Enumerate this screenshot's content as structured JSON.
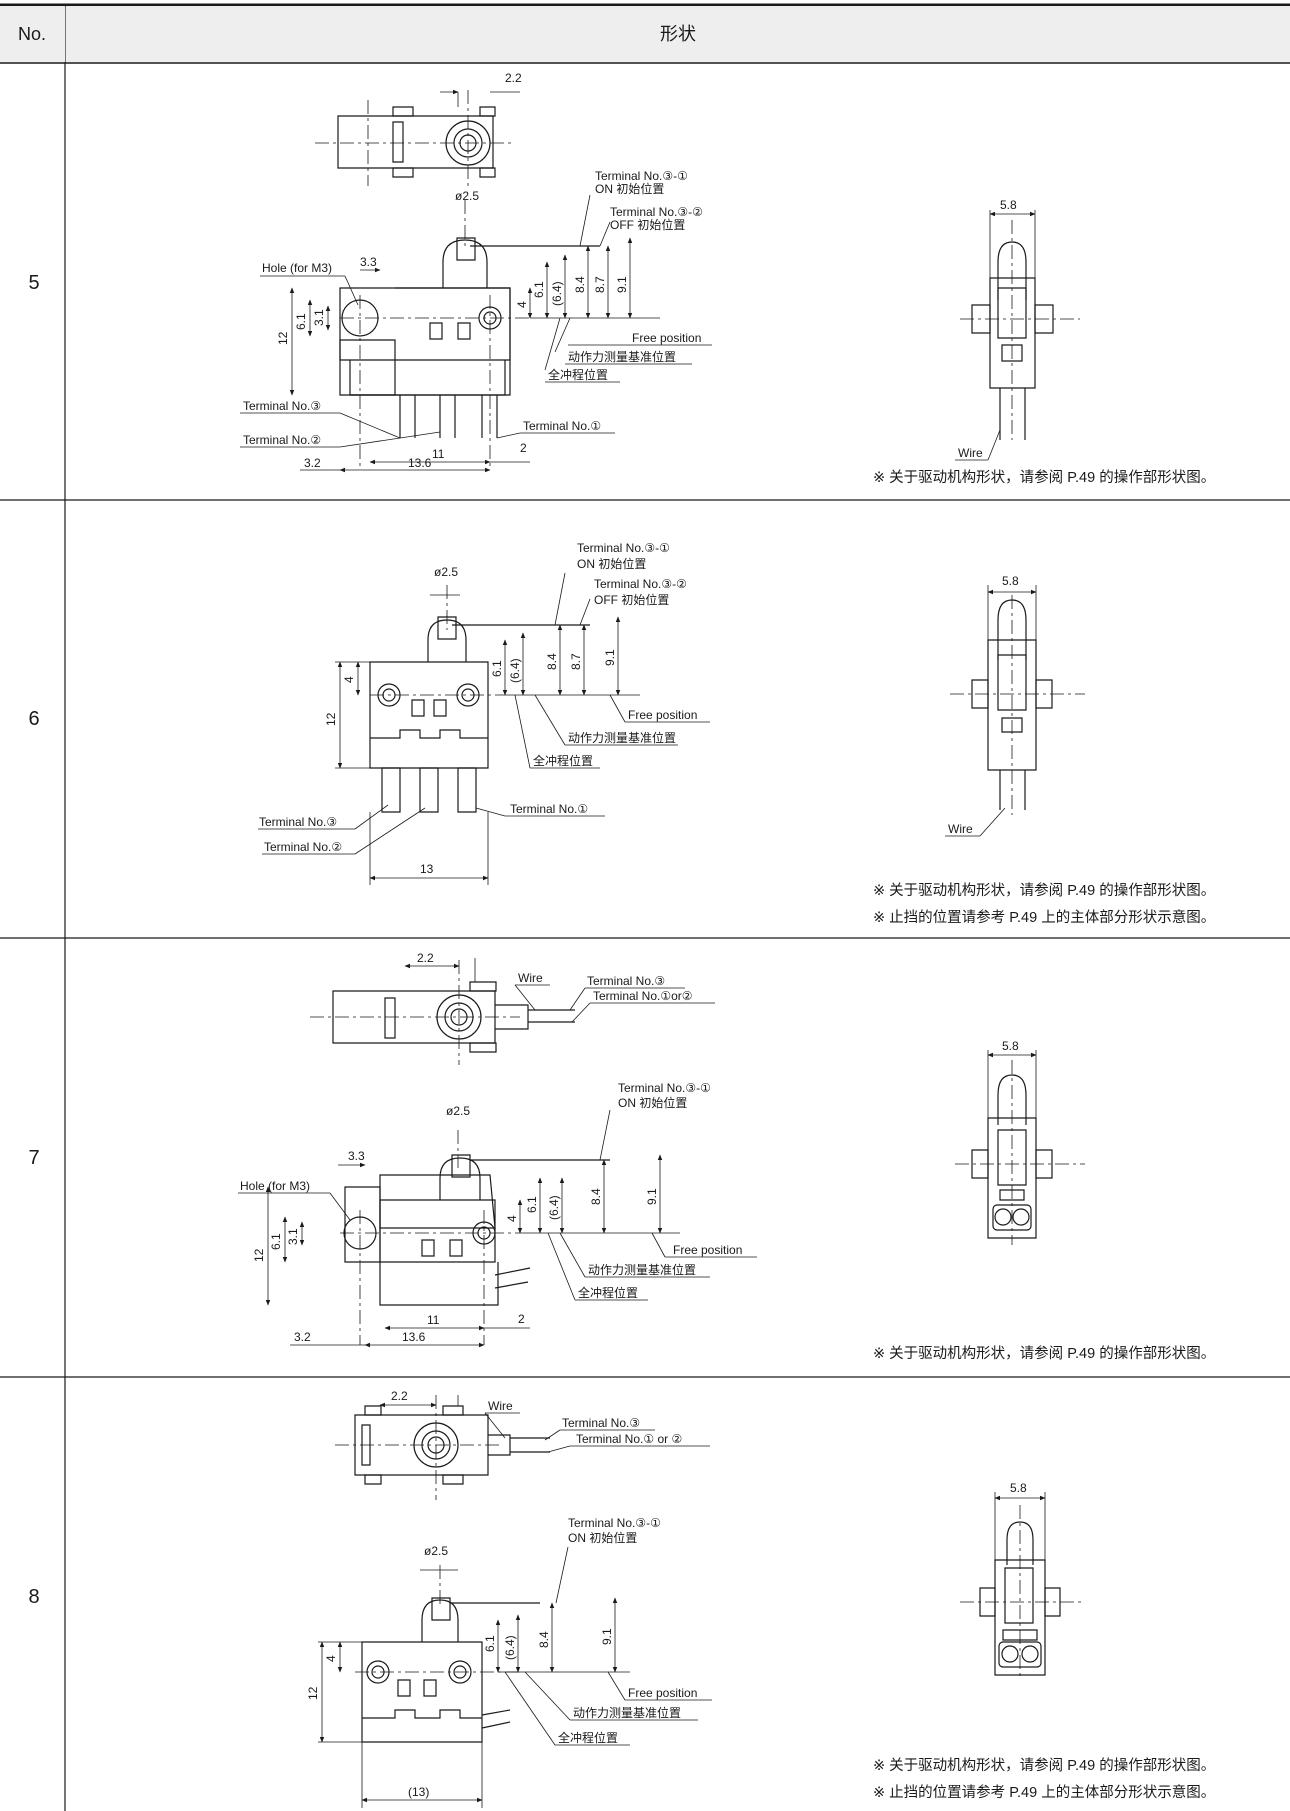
{
  "header": {
    "no_label": "No.",
    "shape_label": "形状"
  },
  "rows": [
    {
      "no": "5",
      "top_dims": {
        "offset": "2.2"
      },
      "front_dims": {
        "pin_dia": "ø2.5",
        "hole": "Hole (for M3)",
        "hole_offset": "3.3",
        "height": "12",
        "hole_h1": "6.1",
        "hole_h2": "3.1",
        "h4": "4",
        "h61": "6.1",
        "h64": "(6.4)",
        "h84": "8.4",
        "h87": "8.7",
        "h91": "9.1",
        "w11": "11",
        "w136": "13.6",
        "w32": "3.2",
        "w2": "2"
      },
      "callouts": {
        "on_pos_terminal": "Terminal No.③-①",
        "on_pos": "ON 初始位置",
        "off_pos_terminal": "Terminal No.③-②",
        "off_pos": "OFF 初始位置",
        "free": "Free position",
        "force_ref": "动作力测量基准位置",
        "total_travel": "全冲程位置",
        "term3": "Terminal No.③",
        "term2": "Terminal No.②",
        "term1": "Terminal No.①"
      },
      "side": {
        "width": "5.8",
        "wire": "Wire"
      },
      "notes": [
        "※ 关于驱动机构形状，请参阅 P.49 的操作部形状图。"
      ]
    },
    {
      "no": "6",
      "front_dims": {
        "pin_dia": "ø2.5",
        "height": "12",
        "h4": "4",
        "h61": "6.1",
        "h64": "(6.4)",
        "h84": "8.4",
        "h87": "8.7",
        "h91": "9.1",
        "w13": "13"
      },
      "callouts": {
        "on_pos_terminal": "Terminal No.③-①",
        "on_pos": "ON 初始位置",
        "off_pos_terminal": "Terminal No.③-②",
        "off_pos": "OFF 初始位置",
        "free": "Free position",
        "force_ref": "动作力测量基准位置",
        "total_travel": "全冲程位置",
        "term3": "Terminal No.③",
        "term2": "Terminal No.②",
        "term1": "Terminal No.①"
      },
      "side": {
        "width": "5.8",
        "wire": "Wire"
      },
      "notes": [
        "※ 关于驱动机构形状，请参阅 P.49 的操作部形状图。",
        "※ 止挡的位置请参考 P.49 上的主体部分形状示意图。"
      ]
    },
    {
      "no": "7",
      "top_dims": {
        "offset": "2.2",
        "wire": "Wire",
        "term3": "Terminal No.③",
        "term12": "Terminal No.①or②"
      },
      "front_dims": {
        "pin_dia": "ø2.5",
        "hole": "Hole (for M3)",
        "hole_offset": "3.3",
        "height": "12",
        "hole_h1": "6.1",
        "hole_h2": "3.1",
        "h4": "4",
        "h61": "6.1",
        "h64": "(6.4)",
        "h84": "8.4",
        "h91": "9.1",
        "w11": "11",
        "w136": "13.6",
        "w32": "3.2",
        "w2": "2"
      },
      "callouts": {
        "on_pos_terminal": "Terminal No.③-①",
        "on_pos": "ON 初始位置",
        "free": "Free position",
        "force_ref": "动作力测量基准位置",
        "total_travel": "全冲程位置"
      },
      "side": {
        "width": "5.8"
      },
      "notes": [
        "※ 关于驱动机构形状，请参阅 P.49 的操作部形状图。"
      ]
    },
    {
      "no": "8",
      "top_dims": {
        "offset": "2.2",
        "wire": "Wire",
        "term3": "Terminal No.③",
        "term12": "Terminal No.① or ②"
      },
      "front_dims": {
        "pin_dia": "ø2.5",
        "height": "12",
        "h4": "4",
        "h61": "6.1",
        "h64": "(6.4)",
        "h84": "8.4",
        "h91": "9.1",
        "w13": "(13)"
      },
      "callouts": {
        "on_pos_terminal": "Terminal No.③-①",
        "on_pos": "ON 初始位置",
        "free": "Free position",
        "force_ref": "动作力测量基准位置",
        "total_travel": "全冲程位置"
      },
      "side": {
        "width": "5.8"
      },
      "notes": [
        "※ 关于驱动机构形状，请参阅 P.49 的操作部形状图。",
        "※ 止挡的位置请参考 P.49 上的主体部分形状示意图。"
      ]
    }
  ]
}
